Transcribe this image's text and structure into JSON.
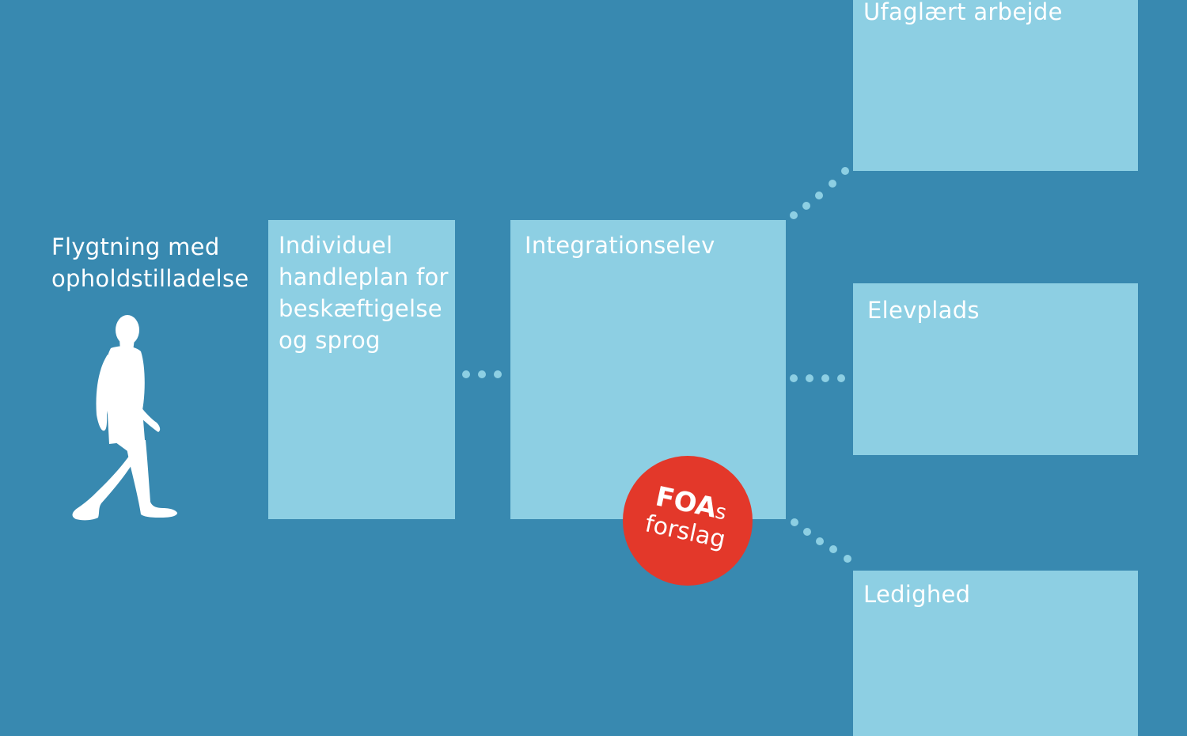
{
  "diagram": {
    "colors": {
      "background": "#3889b0",
      "box": "#8dcfe3",
      "text": "#ffffff",
      "badge": "#e3382a",
      "dots": "#8dcfe3"
    },
    "start": {
      "label": "Flygtning med\nopholdstilladelse",
      "icon": "walking-person-icon"
    },
    "steps": [
      {
        "label": "Individuel\nhandleplan for\nbeskæftigelse\nog sprog"
      },
      {
        "label": "Integrationselev"
      }
    ],
    "outcomes": [
      {
        "label": "Ufaglært arbejde"
      },
      {
        "label": "Elevplads"
      },
      {
        "label": "Ledighed"
      }
    ],
    "badge": {
      "line1_main": "FOA",
      "line1_suffix": "s",
      "line2": "forslag"
    }
  }
}
